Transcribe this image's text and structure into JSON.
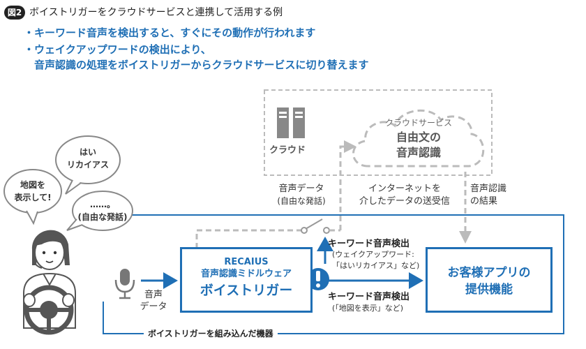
{
  "header": {
    "badge": "図2",
    "title": "ボイストリガーをクラウドサービスと連携して活用する例"
  },
  "bullets": [
    "・キーワード音声を検出すると、すぐにその動作が行われます",
    "・ウェイクアップワードの検出により、",
    "　音声認識の処理をボイストリガーからクラウドサービスに切り替えます"
  ],
  "cloud_area": {
    "label": "クラウド",
    "service_title": "クラウドサービス",
    "service_line1": "自由文の",
    "service_line2": "音声認識"
  },
  "bubbles": {
    "hai_line1": "はい",
    "hai_line2": "リカイアス",
    "map_line1": "地図を",
    "map_line2": "表示して!",
    "free_line1": "……。",
    "free_line2": "(自由な発話)"
  },
  "labels": {
    "voice_data_line1": "音声データ",
    "voice_data_line2": "(自由な発話)",
    "internet_line1": "インターネットを",
    "internet_line2": "介したデータの送受信",
    "result_line1": "音声認識",
    "result_line2": "の結果",
    "mic_line1": "音声",
    "mic_line2": "データ",
    "kw_top_title": "キーワード音声検出",
    "kw_top_sub1": "(ウェイクアップワード:",
    "kw_top_sub2": "「はいリカイアス」など)",
    "kw_bot_title": "キーワード音声検出",
    "kw_bot_sub": "(「地図を表示」など)"
  },
  "voice_trigger": {
    "line1": "RECAIUS",
    "line2": "音声認識ミドルウェア",
    "line3": "ボイストリガー"
  },
  "app_box": {
    "line1": "お客様アプリの",
    "line2": "提供機能"
  },
  "device_label": "ボイストリガーを組み込んだ機器",
  "colors": {
    "accent": "#1f6fb5",
    "dashed_gray": "#bbbbbb",
    "text": "#333333"
  }
}
